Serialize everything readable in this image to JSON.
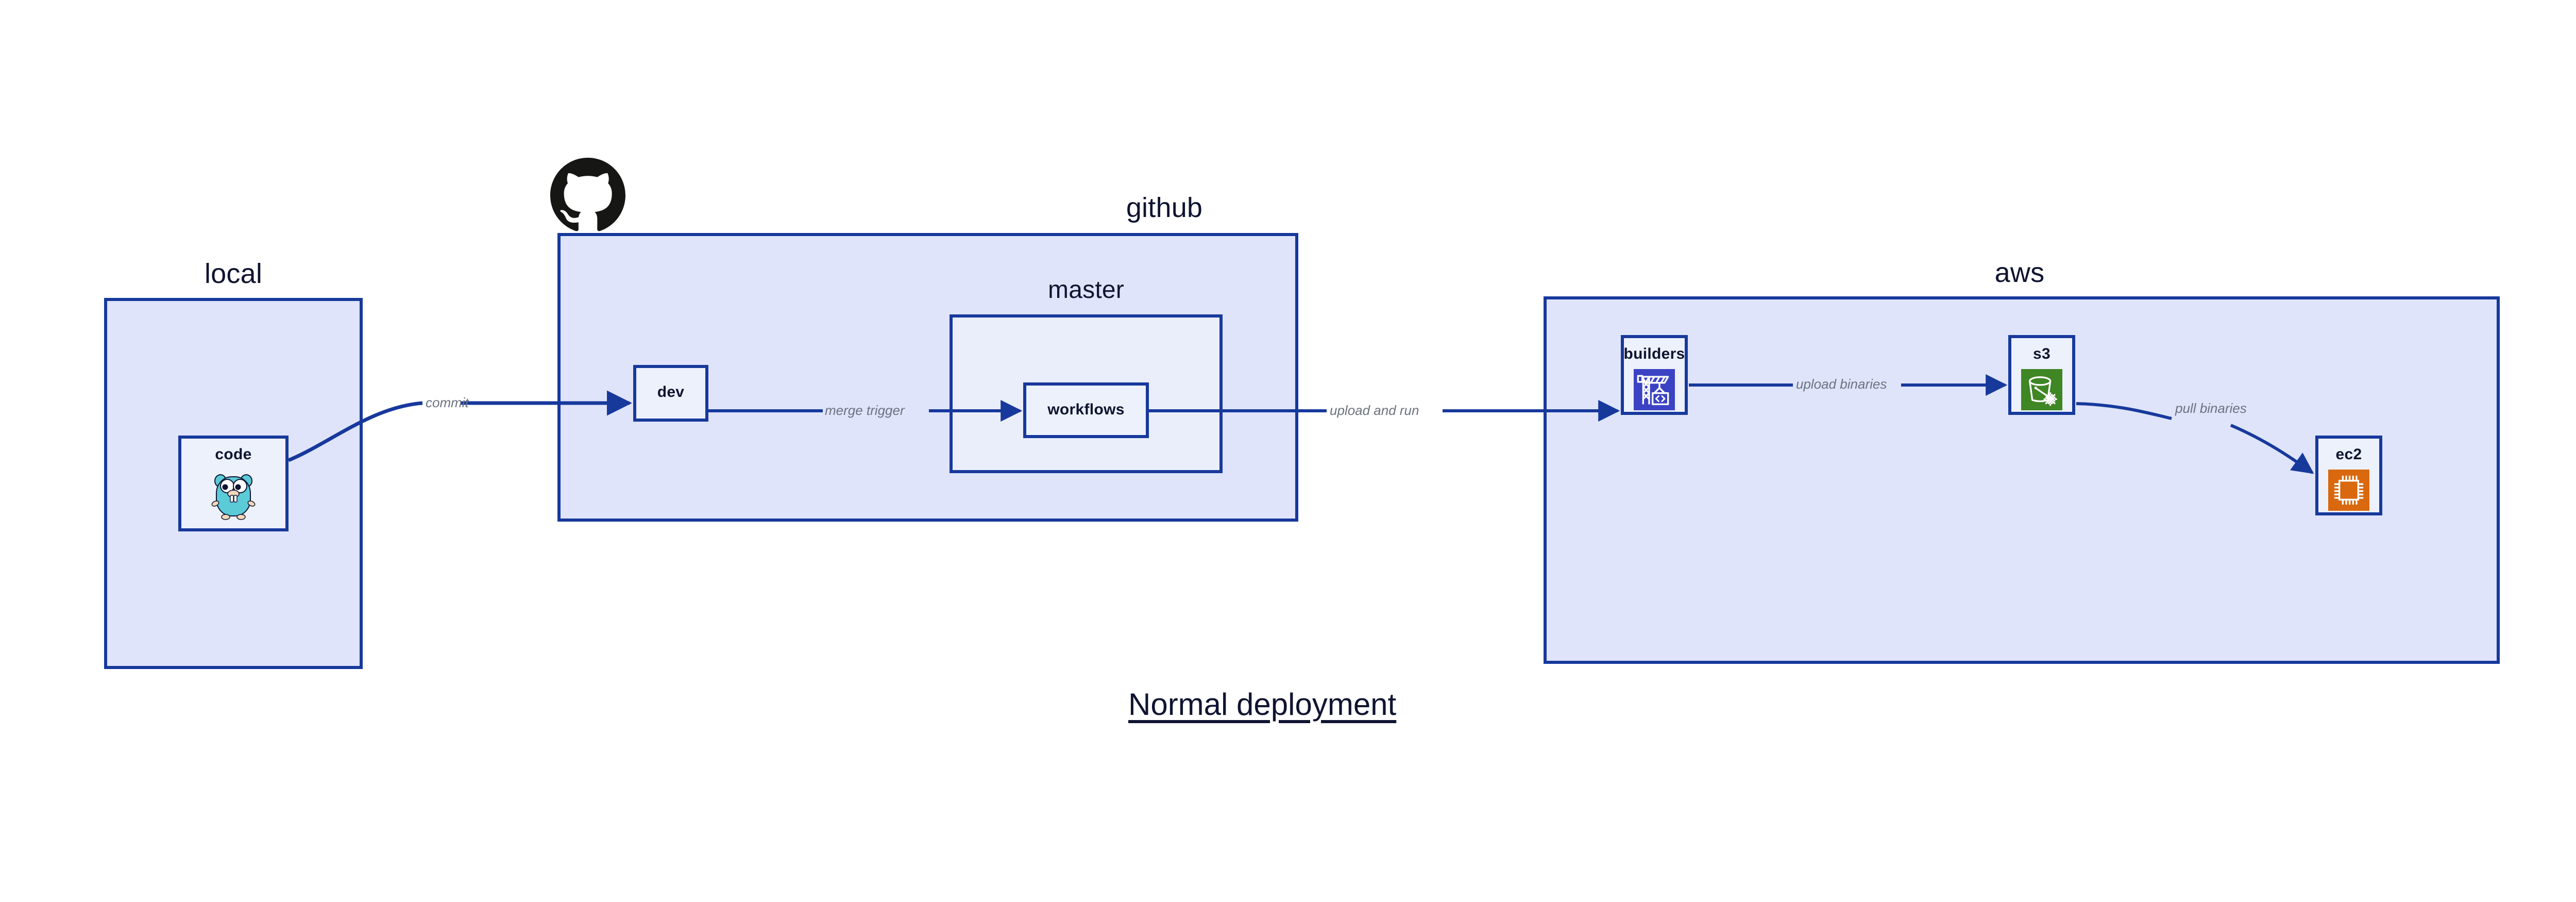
{
  "title": "Normal deployment",
  "colors": {
    "edge_blue": "#17399C",
    "zone_fill": "#DFE4FA",
    "subzone_fill": "#EAEEFB",
    "node_fill": "#EDF1FC",
    "label_dark": "#0F1430",
    "edge_label_gray": "#6B7280",
    "builders_icon": "#3B43C4",
    "s3_icon": "#3F8624",
    "ec2_icon": "#D9680F",
    "gopher_body": "#5BCBD8",
    "github_mark": "#161614"
  },
  "zones": [
    {
      "id": "local",
      "label": "local"
    },
    {
      "id": "github",
      "label": "github"
    },
    {
      "id": "aws",
      "label": "aws"
    }
  ],
  "subzones": [
    {
      "id": "master",
      "label": "master"
    }
  ],
  "nodes": [
    {
      "id": "code",
      "label": "code",
      "icon": "gopher-icon"
    },
    {
      "id": "dev",
      "label": "dev",
      "icon": null
    },
    {
      "id": "workflows",
      "label": "workflows",
      "icon": null
    },
    {
      "id": "builders",
      "label": "builders",
      "icon": "crane-code-icon"
    },
    {
      "id": "s3",
      "label": "s3",
      "icon": "bucket-snowflake-icon"
    },
    {
      "id": "ec2",
      "label": "ec2",
      "icon": "cpu-chip-icon"
    }
  ],
  "edges": [
    {
      "id": "commit",
      "from": "code",
      "to": "dev",
      "label": "commit"
    },
    {
      "id": "merge-trigger",
      "from": "dev",
      "to": "workflows",
      "label": "merge trigger"
    },
    {
      "id": "upload-and-run",
      "from": "workflows",
      "to": "builders",
      "label": "upload and run"
    },
    {
      "id": "upload-binaries",
      "from": "builders",
      "to": "s3",
      "label": "upload binaries"
    },
    {
      "id": "pull-binaries",
      "from": "s3",
      "to": "ec2",
      "label": "pull binaries"
    }
  ],
  "icons": {
    "github_mark": "github-octocat-icon"
  }
}
